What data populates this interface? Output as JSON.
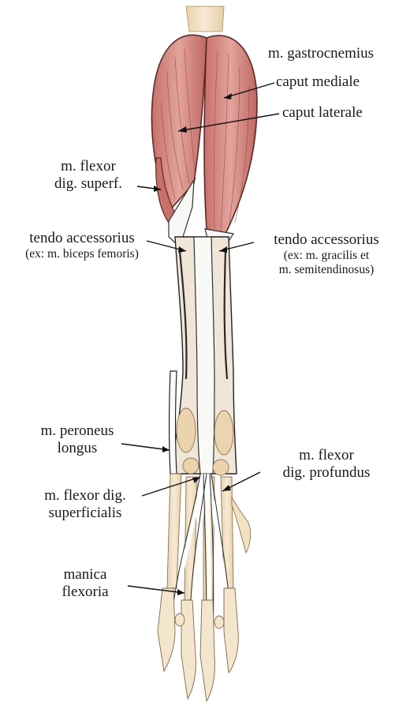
{
  "labels": {
    "gastrocnemius": "m. gastrocnemius",
    "caput_mediale": "caput mediale",
    "caput_laterale": "caput laterale",
    "flexor_superf_1": "m. flexor",
    "flexor_superf_2": "dig. superf.",
    "tendo_acc_left": "tendo accessorius",
    "tendo_acc_left_sub": "(ex: m. biceps femoris)",
    "tendo_acc_right": "tendo accessorius",
    "tendo_acc_right_sub_1": "(ex: m. gracilis et",
    "tendo_acc_right_sub_2": "m. semitendinosus)",
    "peroneus_1": "m. peroneus",
    "peroneus_2": "longus",
    "flexor_prof_1": "m. flexor",
    "flexor_prof_2": "dig. profundus",
    "flexor_dig_sup_1": "m. flexor dig.",
    "flexor_dig_sup_2": "superficialis",
    "manica_1": "manica",
    "manica_2": "flexoria"
  },
  "colors": {
    "muscle": "#d98b84",
    "muscle_dark": "#b65a56",
    "tendon": "#f4f4f2",
    "bone": "#f3e3c7",
    "outline": "#2a2a2a"
  }
}
